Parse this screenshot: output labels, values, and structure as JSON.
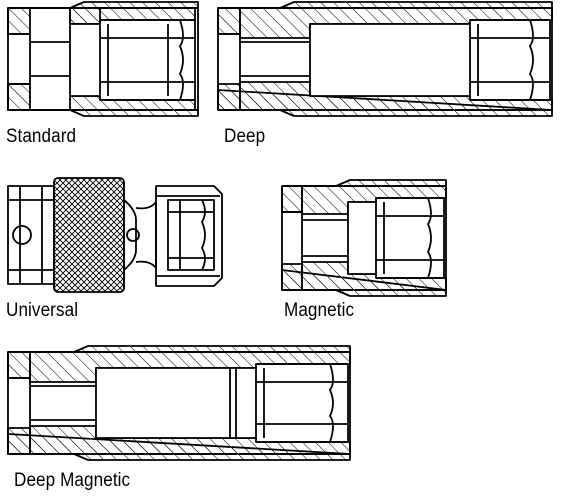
{
  "labels": {
    "standard": "Standard",
    "deep": "Deep",
    "universal": "Universal",
    "magnetic": "Magnetic",
    "deep_magnetic": "Deep Magnetic"
  },
  "colors": {
    "line": "#000000",
    "background": "#ffffff"
  }
}
